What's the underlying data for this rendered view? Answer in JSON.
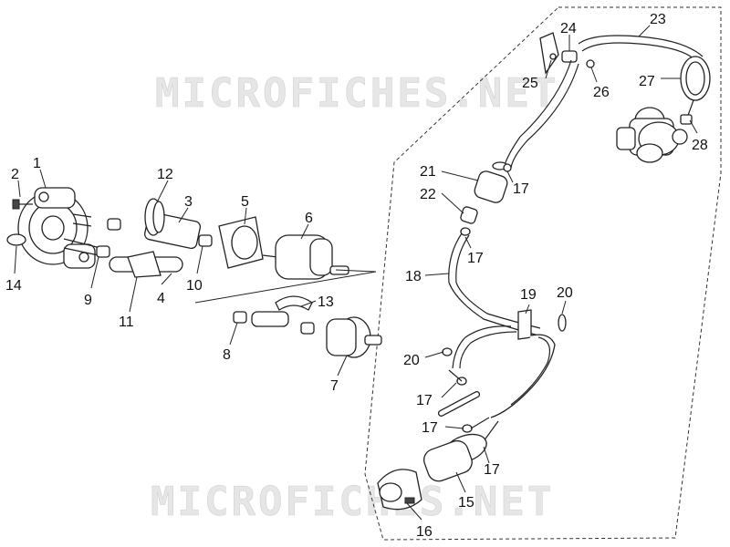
{
  "watermarks": [
    "MICROFICHES.NET",
    "MICROFICHES.NET"
  ],
  "callouts": [
    "1",
    "2",
    "3",
    "4",
    "5",
    "6",
    "7",
    "8",
    "9",
    "10",
    "11",
    "12",
    "13",
    "14",
    "15",
    "16",
    "17",
    "17",
    "17",
    "17",
    "17",
    "18",
    "19",
    "20",
    "20",
    "21",
    "22",
    "23",
    "24",
    "25",
    "26",
    "27",
    "28"
  ]
}
